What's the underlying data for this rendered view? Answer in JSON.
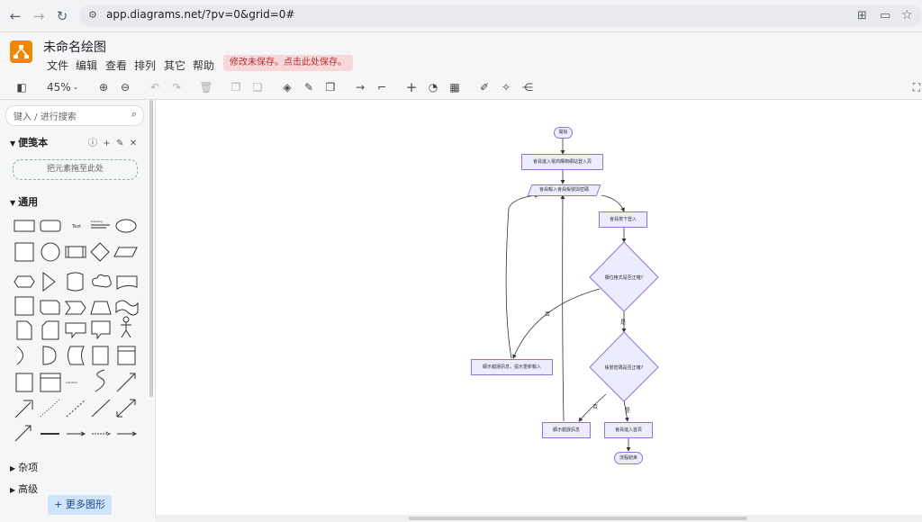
{
  "browser": {
    "url": "app.diagrams.net/?pv=0&grid=0#"
  },
  "app": {
    "title": "未命名绘图",
    "menus": [
      "文件",
      "编辑",
      "查看",
      "排列",
      "其它",
      "帮助"
    ],
    "unsaved_notice": "修改未保存。点击此处保存。"
  },
  "toolbar": {
    "zoom": "45%"
  },
  "sidebar": {
    "search_placeholder": "键入 / 进行搜索",
    "scratchpad_label": "便笺本",
    "dropzone_label": "把元素拖至此处",
    "general_label": "通用",
    "misc_label": "杂项",
    "advanced_label": "高级",
    "more_shapes_label": "+ 更多图形",
    "shape_text_label": "Text",
    "shape_heading_label": "Heading",
    "shape_listitem_label": "List Item"
  },
  "flowchart": {
    "start": "開始",
    "n1": "會員進入電商購物網站登入頁",
    "n2": "會員輸入會員帳號與密碼",
    "n3": "會員按下登入",
    "d1": "欄位格式是否正確?",
    "d2": "帳號密碼是否正確?",
    "e1": "顯示錯誤訊息，提示重新輸入",
    "e2": "顯示錯誤訊息",
    "n4": "會員進入首頁",
    "end": "流程結束",
    "yes": "是",
    "no": "否"
  }
}
